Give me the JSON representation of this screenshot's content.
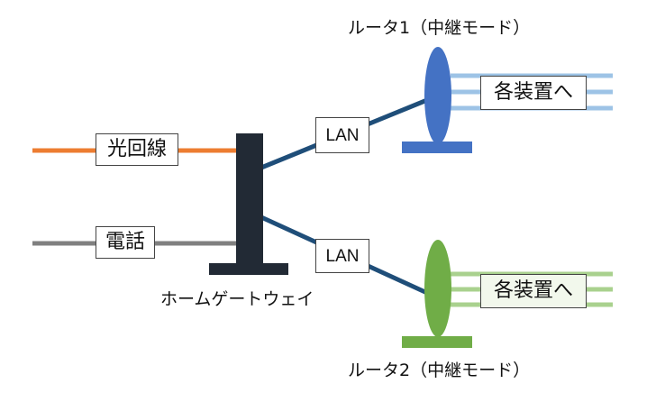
{
  "labels": {
    "fiber_line": "光回線",
    "phone_line": "電話",
    "lan_upper": "LAN",
    "lan_lower": "LAN",
    "gateway": "ホームゲートウェイ",
    "router1": "ルータ1（中継モード）",
    "router2": "ルータ2（中継モード）",
    "devices1": "各装置へ",
    "devices2": "各装置へ"
  },
  "colors": {
    "fiber": "#ed7d31",
    "phone": "#808080",
    "gateway": "#222a35",
    "lan_cable": "#1f4e79",
    "router1": "#4472c4",
    "router1_lines": "#9dc3e6",
    "router2": "#70ad47",
    "router2_lines": "#a9d18e",
    "devices2_fill": "#f2f8ec"
  }
}
